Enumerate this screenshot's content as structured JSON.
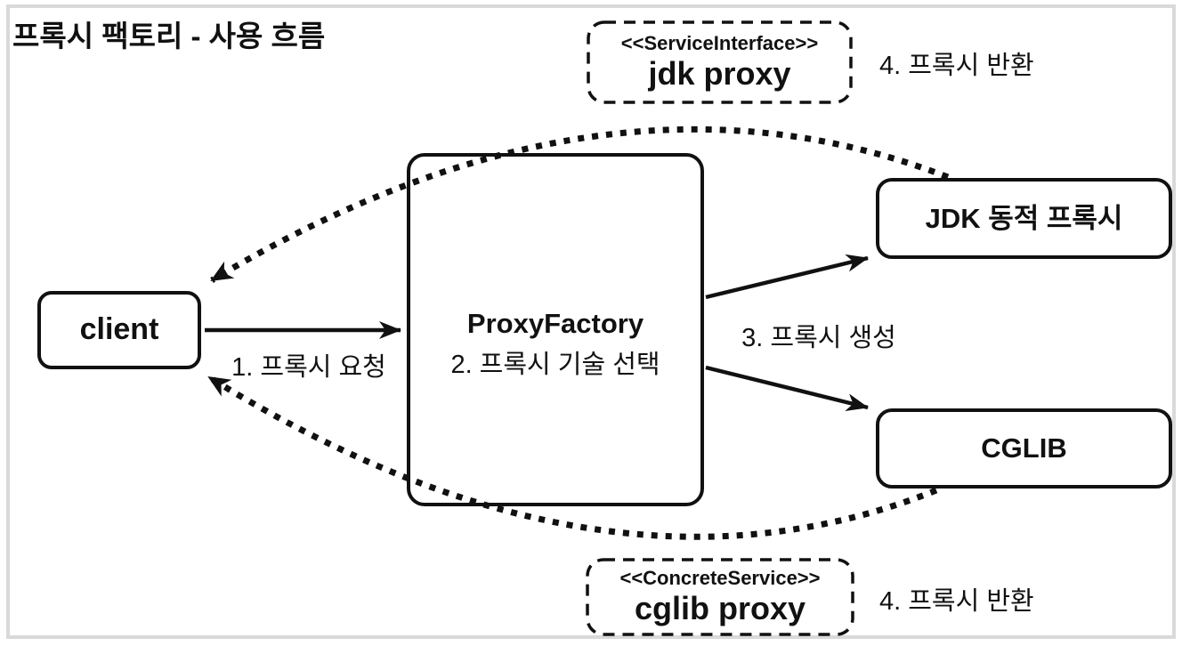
{
  "title": "프록시 팩토리 - 사용 흐름",
  "nodes": {
    "client": {
      "label": "client"
    },
    "proxy_factory": {
      "label": "ProxyFactory",
      "step": "2. 프록시 기술 선택"
    },
    "jdk_dynamic_proxy": {
      "label": "JDK 동적 프록시"
    },
    "cglib": {
      "label": "CGLIB"
    },
    "jdk_proxy_result": {
      "stereotype": "<<ServiceInterface>>",
      "label": "jdk proxy"
    },
    "cglib_proxy_result": {
      "stereotype": "<<ConcreteService>>",
      "label": "cglib proxy"
    }
  },
  "edges": {
    "request": {
      "label": "1. 프록시 요청"
    },
    "create": {
      "label": "3. 프록시 생성"
    },
    "return_top": {
      "label": "4. 프록시 반환"
    },
    "return_bottom": {
      "label": "4. 프록시 반환"
    }
  },
  "colors": {
    "stroke": "#111111",
    "frame_border": "#d9d9d9",
    "background": "#ffffff"
  }
}
